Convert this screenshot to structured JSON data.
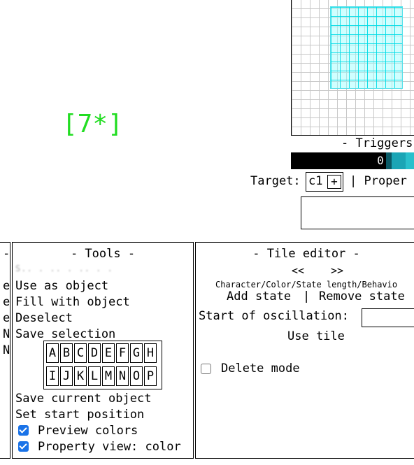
{
  "viewport": {
    "text": "[7*]",
    "color": "#22dd22"
  },
  "triggers": {
    "title": "- Triggers",
    "current_index": "0",
    "colors": [
      "#000000",
      "#0a5a66",
      "#1aa5b5",
      "#29c0cc"
    ]
  },
  "target": {
    "label": "Target:",
    "value": "c1",
    "add_label": "+",
    "separator": "|",
    "property_label": "Proper"
  },
  "left_panel": {
    "rows": [
      "-",
      "e",
      "e",
      "e",
      "N",
      "N"
    ]
  },
  "tools": {
    "title": "- Tools -",
    "faded_row": "S.. .   .. .  .. .  .",
    "items": [
      "Use as object",
      "Fill with object",
      "Deselect",
      "Save selection"
    ],
    "letters_row1": [
      "A",
      "B",
      "C",
      "D",
      "E",
      "F",
      "G",
      "H"
    ],
    "letters_row2": [
      "I",
      "J",
      "K",
      "L",
      "M",
      "N",
      "O",
      "P"
    ],
    "save_current": "Save current object",
    "set_start": "Set start position",
    "preview_colors": {
      "label": "Preview colors",
      "checked": true
    },
    "property_view": {
      "label": "Property view: color",
      "checked": true
    }
  },
  "tile_editor": {
    "title": "- Tile editor -",
    "prev": "<<",
    "next": ">>",
    "fields_label": "Character/Color/State length/Behavio",
    "add_state": "Add state",
    "separator": "|",
    "remove_state": "Remove state",
    "oscillation_label": "Start of oscillation:",
    "use_tile": "Use tile",
    "delete_mode": {
      "label": "Delete mode",
      "checked": false
    }
  }
}
